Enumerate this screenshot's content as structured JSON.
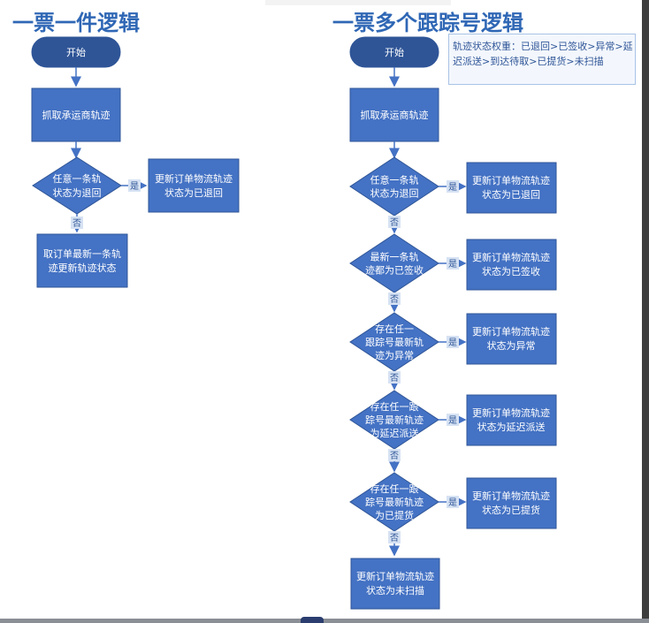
{
  "left": {
    "title": "一票一件逻辑",
    "start": "开始",
    "fetch": "抓取承运商轨迹",
    "decision": [
      "任意一条轨",
      "状态为退回"
    ],
    "yes_result": [
      "更新订单物流轨迹",
      "状态为已退回"
    ],
    "no_result": [
      "取订单最新一条轨",
      "迹更新轨迹状态"
    ],
    "yes_label": "是",
    "no_label": "否"
  },
  "right": {
    "title": "一票多个跟踪号逻辑",
    "note": "轨迹状态权重：已退回>已签收>异常>延迟派送>到达待取>已提货>未扫描",
    "start": "开始",
    "fetch": "抓取承运商轨迹",
    "decisions": [
      {
        "text": [
          "任意一条轨",
          "状态为退回"
        ],
        "result": [
          "更新订单物流轨迹",
          "状态为已退回"
        ]
      },
      {
        "text": [
          "最新一条轨",
          "迹都为已签收"
        ],
        "result": [
          "更新订单物流轨迹",
          "状态为已签收"
        ]
      },
      {
        "text": [
          "存在任一",
          "跟踪号最新轨",
          "迹为异常"
        ],
        "result": [
          "更新订单物流轨迹",
          "状态为异常"
        ]
      },
      {
        "text": [
          "存在任一跟",
          "踪号最新轨迹",
          "为延迟派送"
        ],
        "result": [
          "更新订单物流轨迹",
          "状态为延迟派送"
        ]
      },
      {
        "text": [
          "存在任一跟",
          "踪号最新轨迹",
          "为已提货"
        ],
        "result": [
          "更新订单物流轨迹",
          "状态为已提货"
        ]
      }
    ],
    "final": [
      "更新订单物流轨迹",
      "状态为未扫描"
    ],
    "yes_label": "是",
    "no_label": "否"
  },
  "colors": {
    "box_fill": "#4472c4",
    "box_stroke": "#2f5597",
    "start_fill": "#2f5597",
    "arrow": "#4472c4",
    "label_bg": "#d6e2f3",
    "label_text": "#2f5597"
  }
}
